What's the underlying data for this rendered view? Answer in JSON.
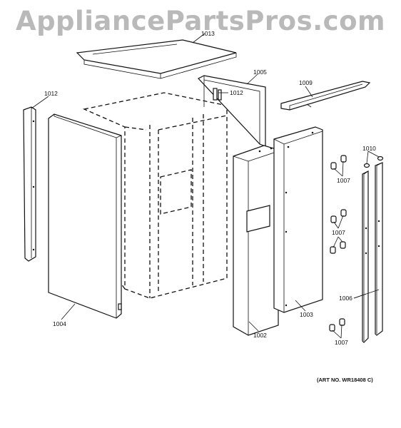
{
  "watermark": "AppliancePartsPros.com",
  "parts": {
    "p1013": "1013",
    "p1005": "1005",
    "p1009": "1009",
    "p1012a": "1012",
    "p1012b": "1012",
    "p1010": "1010",
    "p1007a": "1007",
    "p1007b": "1007",
    "p1007c": "1007",
    "p1006": "1006",
    "p1004": "1004",
    "p1002": "1002",
    "p1003": "1003"
  },
  "art_number": "(ART NO. WR18408 C)"
}
